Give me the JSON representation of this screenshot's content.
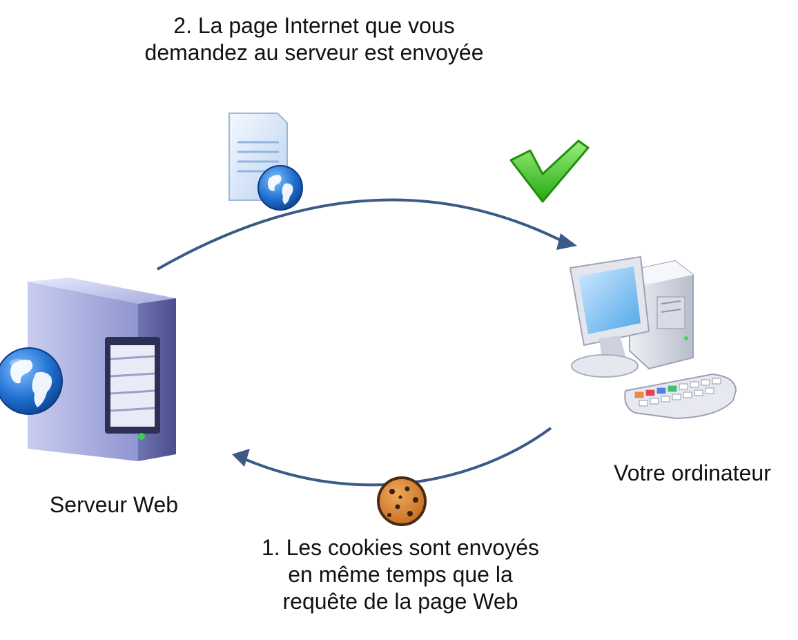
{
  "diagram": {
    "top_caption": [
      "2. La page Internet que vous",
      "demandez au serveur est envoyée"
    ],
    "bottom_caption": [
      "1. Les cookies sont envoyés",
      "en même temps que la",
      "requête de la page Web"
    ],
    "server_label": "Serveur Web",
    "computer_label": "Votre ordinateur",
    "colors": {
      "arrow": "#3b5a87",
      "check": "#3cc51a",
      "cookie": "#d8843a",
      "globe": "#1f6fd0",
      "server_body": "#8a8fc4",
      "document": "#dce8f7"
    },
    "icons": [
      "server-icon",
      "globe-icon",
      "web-page-document-icon",
      "checkmark-icon",
      "desktop-computer-icon",
      "keyboard-icon",
      "cookie-icon"
    ]
  }
}
